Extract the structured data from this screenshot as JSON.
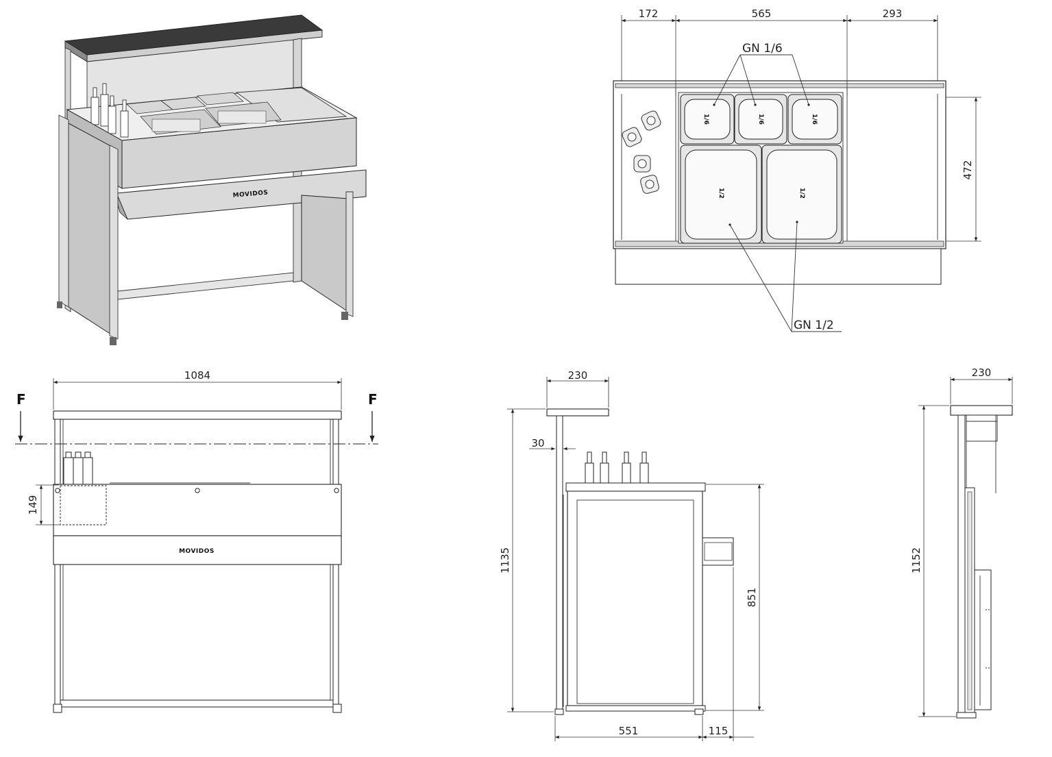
{
  "brand": "MOVIDOS",
  "top_view": {
    "dim_left": "172",
    "dim_middle": "565",
    "dim_right": "293",
    "dim_depth": "472",
    "callout_small": "GN 1/6",
    "callout_large": "GN 1/2",
    "pan_small_labels": [
      "1/6",
      "1/6",
      "1/6"
    ],
    "pan_large_labels": [
      "1/2",
      "1/2"
    ]
  },
  "front_view": {
    "dim_width": "1084",
    "dim_bottle_box": "149",
    "section_left": "F",
    "section_right": "F"
  },
  "side_view": {
    "dim_top_depth": "230",
    "dim_back_thickness": "30",
    "dim_total_height": "1135",
    "dim_counter_height": "851",
    "dim_base_depth": "551",
    "dim_shelf_depth": "115"
  },
  "section_view": {
    "dim_top_depth": "230",
    "dim_total_height": "1152"
  }
}
